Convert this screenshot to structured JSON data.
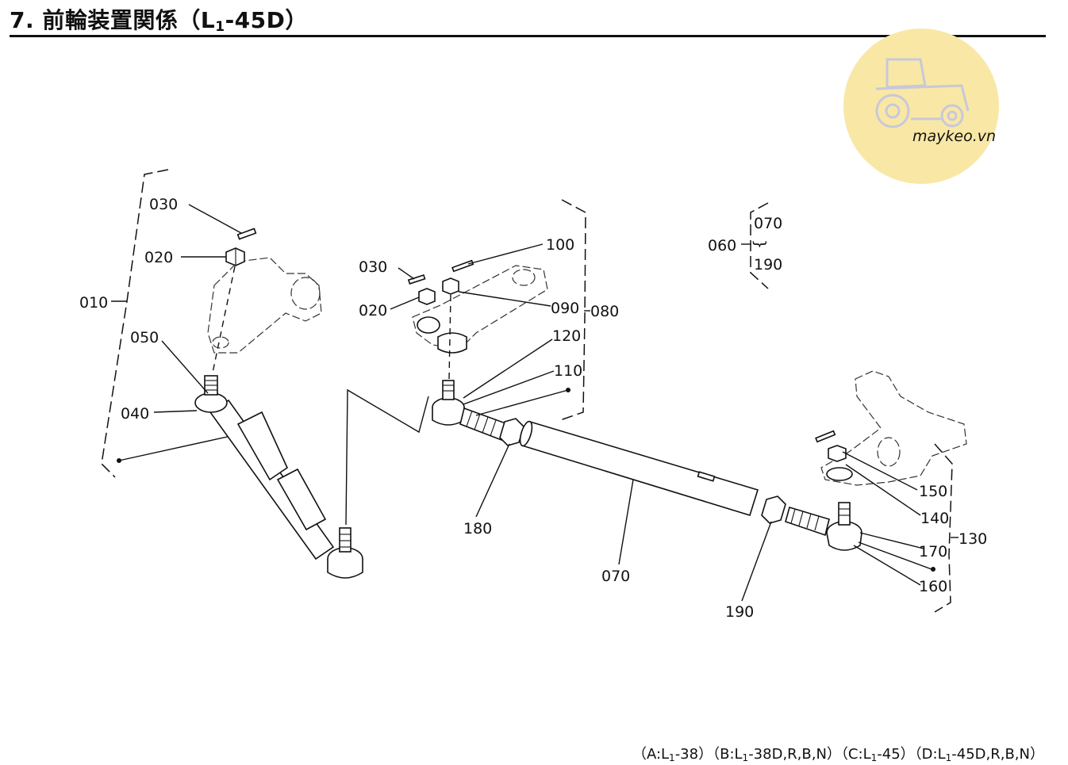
{
  "header": {
    "title_main": "7. 前輪装置関係（L",
    "title_sub": "1",
    "title_tail": "-45D）"
  },
  "watermark": {
    "text": "maykeo.vn",
    "color": "#f8e6a0"
  },
  "callouts": {
    "c010": "010",
    "c020a": "020",
    "c030a": "030",
    "c040": "040",
    "c050": "050",
    "c030b": "030",
    "c020b": "020",
    "c100": "100",
    "c090": "090",
    "c080": "080",
    "c120": "120",
    "c110": "110",
    "c180": "180",
    "c070": "070",
    "c190": "190",
    "c150": "150",
    "c140": "140",
    "c130": "130",
    "c170": "170",
    "c160": "160",
    "c060": "060",
    "r070": "070",
    "rtilde": "}",
    "r190": "190"
  },
  "footer": {
    "a": "（A:L",
    "a_sub": "1",
    "a_tail": "-38）",
    "b": "（B:L",
    "b_sub": "1",
    "b_tail": "-38D,R,B,N）",
    "c": "（C:L",
    "c_sub": "1",
    "c_tail": "-45）",
    "d": "（D:L",
    "d_sub": "1",
    "d_tail": "-45D,R,B,N）"
  }
}
